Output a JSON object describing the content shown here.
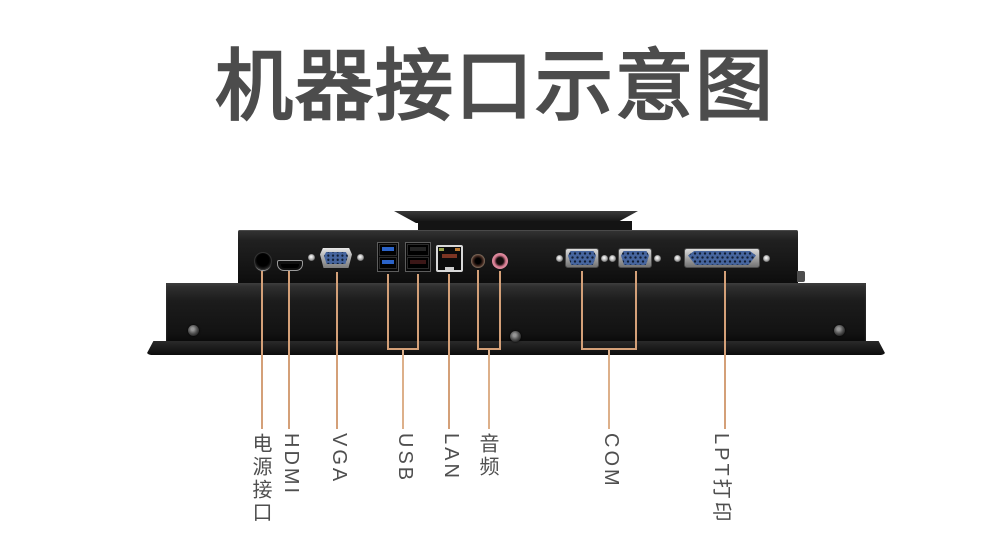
{
  "title": "机器接口示意图",
  "ports": [
    {
      "id": "power",
      "label": "电源接口"
    },
    {
      "id": "hdmi",
      "label": "HDMI"
    },
    {
      "id": "vga",
      "label": "VGA"
    },
    {
      "id": "usb",
      "label": "USB"
    },
    {
      "id": "lan",
      "label": "LAN"
    },
    {
      "id": "audio",
      "label": "音频"
    },
    {
      "id": "com",
      "label": "COM"
    },
    {
      "id": "lpt",
      "label": "LPT打印"
    }
  ],
  "colors": {
    "leader_line": "#d4a078",
    "label_text": "#4f4f4f",
    "title_text": "#4c4c4c",
    "device_black": "#181818",
    "dsub_blue": "#46659e",
    "usb3_blue": "#2b63c8",
    "audio_pink": "#d4788e",
    "lan_frame_silver": "#d9d9d9"
  }
}
